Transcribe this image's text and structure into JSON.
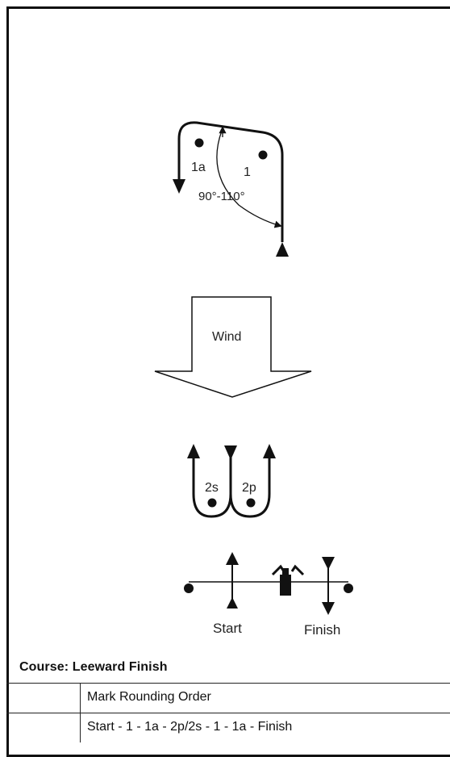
{
  "diagram": {
    "labels": {
      "mark_1": "1",
      "mark_1a": "1a",
      "angle": "90°-110°",
      "wind": "Wind",
      "mark_2s": "2s",
      "mark_2p": "2p",
      "start": "Start",
      "finish": "Finish"
    }
  },
  "course": {
    "title": "Course: Leeward Finish",
    "table": {
      "header": "Mark Rounding Order",
      "order": "Start - 1 - 1a - 2p/2s - 1 - 1a - Finish"
    }
  }
}
